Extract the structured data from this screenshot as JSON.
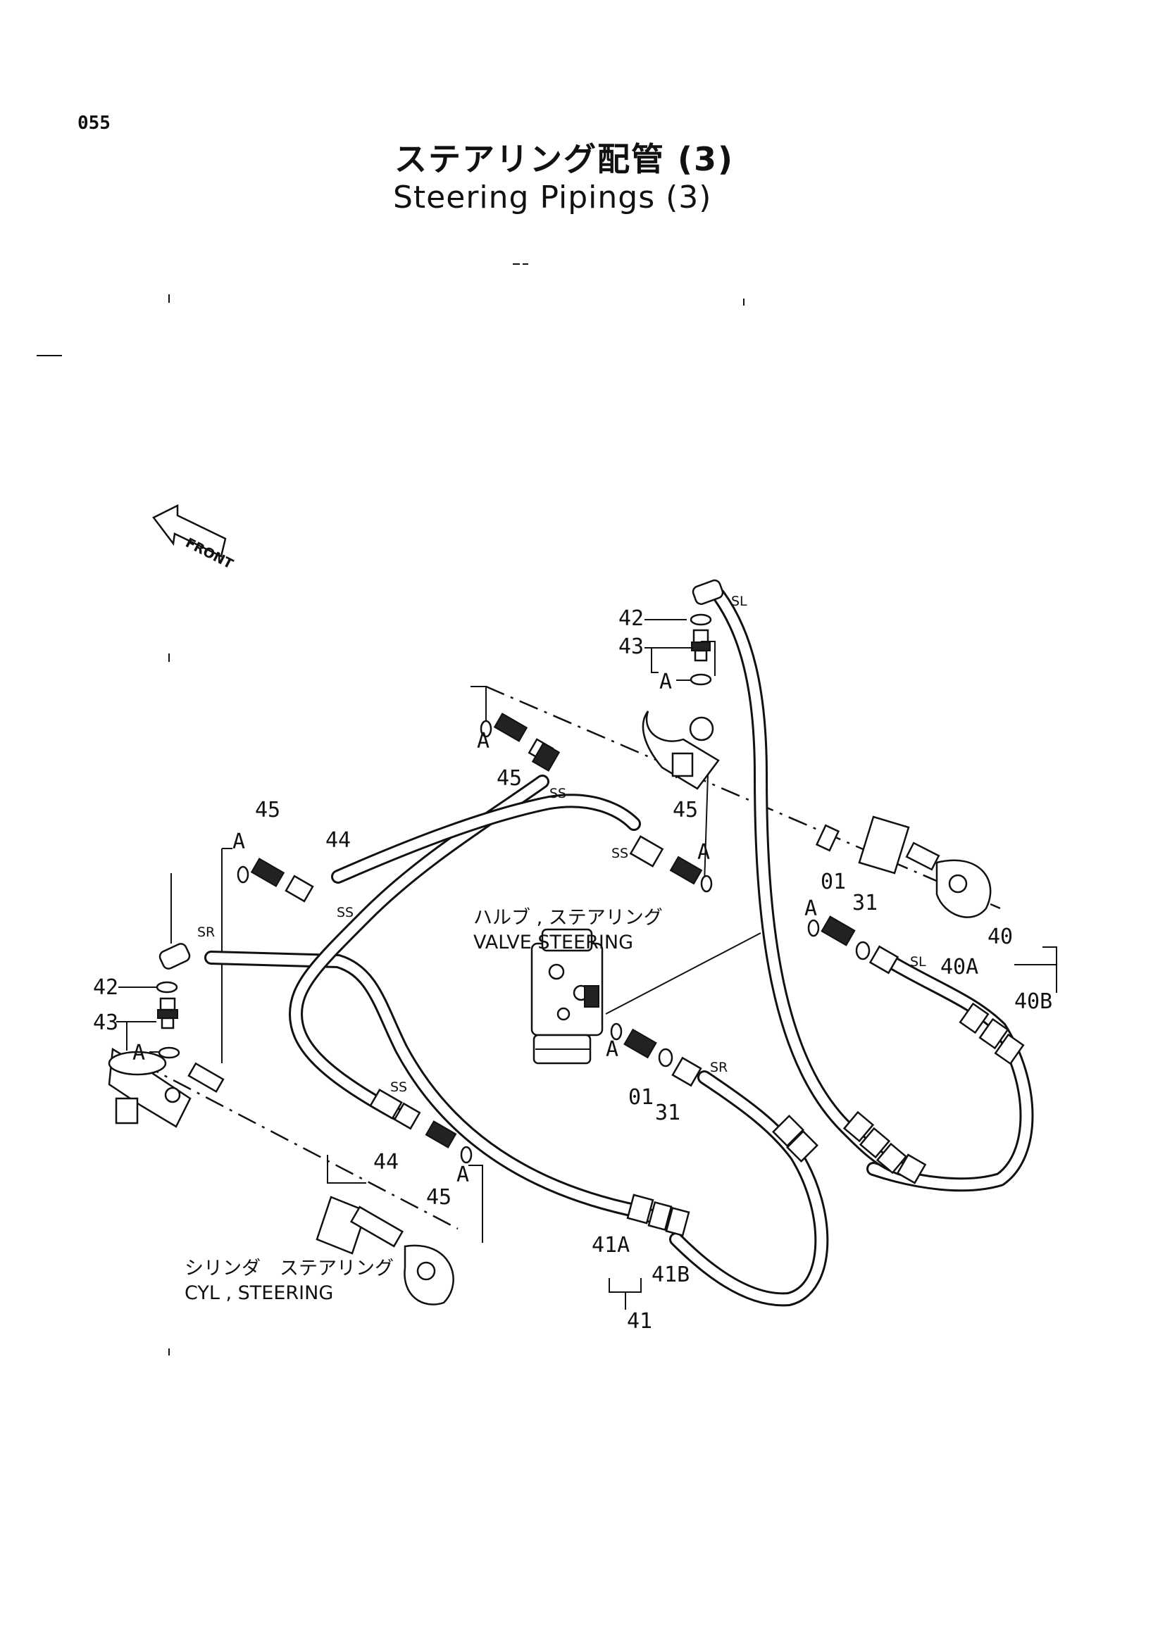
{
  "page_number": "055",
  "title_jp": "ステアリング配管 (3)",
  "title_en": "Steering Pipings (3)",
  "front_label": "FRONT",
  "valve": {
    "label_jp": "ハルブ , ステアリング",
    "label_en": "VALVE   STEERING"
  },
  "cylinder": {
    "label_jp": "シリンダ　ステアリング",
    "label_en": "CYL , STEERING"
  },
  "callouts": {
    "p01": "01",
    "p31": "31",
    "p40": "40",
    "p40A": "40A",
    "p40B": "40B",
    "p41": "41",
    "p41A": "41A",
    "p41B": "41B",
    "p42": "42",
    "p43": "43",
    "p44": "44",
    "p45": "45",
    "A": "A"
  },
  "hose_end_codes": {
    "SL": "SL",
    "SR": "SR",
    "SS": "SS"
  }
}
